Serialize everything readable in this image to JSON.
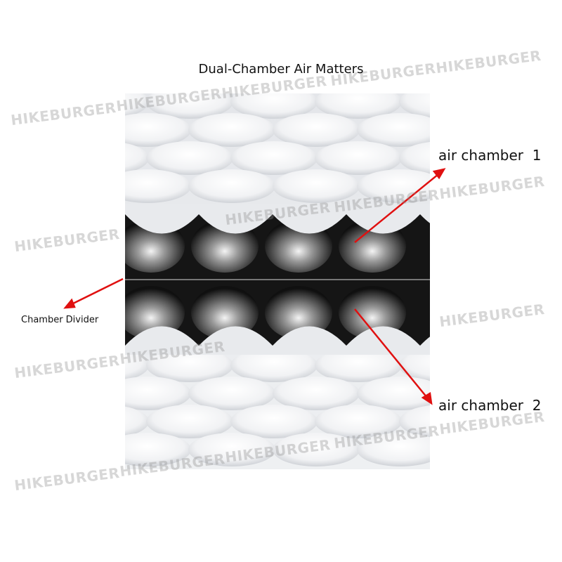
{
  "title": "Dual-Chamber Air Matters",
  "labels": {
    "air_chamber_1": "air chamber  1",
    "air_chamber_2": "air chamber  2",
    "chamber_divider": "Chamber Divider"
  },
  "watermark": "HIKEBURGER",
  "colors": {
    "arrow": "#e01010",
    "band": "#1a1a1a"
  }
}
